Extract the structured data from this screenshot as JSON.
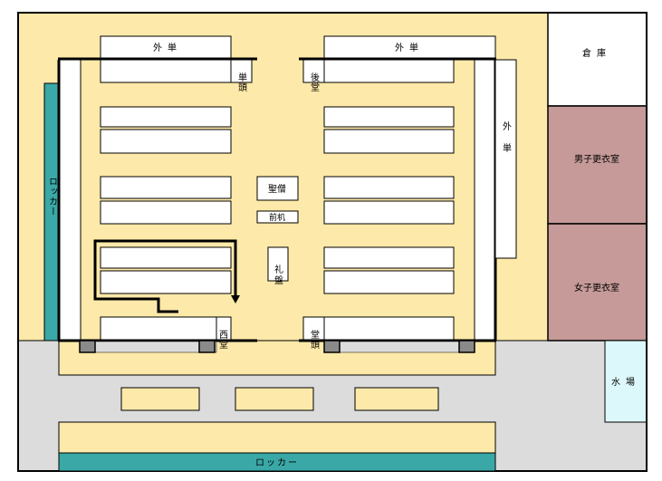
{
  "colors": {
    "floor": "#fde9a9",
    "corridor": "#dcdcdc",
    "locker": "#3aa8a6",
    "dressing_room": "#c59a98",
    "water": "#ddf8fa",
    "line": "#000000",
    "pillar": "#8a8a8a"
  },
  "labels": {
    "gaitan_left": "外単",
    "gaitan_right": "外単",
    "gaitan_east": "外単",
    "tantou": "単頭",
    "godou": "後堂",
    "seidou": "西堂",
    "doutou": "堂頭",
    "shouzou": "聖僧",
    "zenki": "前机",
    "raiban": "礼盤",
    "locker_west": "ロッカー",
    "locker_south": "ロッカー",
    "souko": "倉庫",
    "mens_room": "男子更衣室",
    "womens_room": "女子更衣室",
    "water_place": "水場"
  }
}
